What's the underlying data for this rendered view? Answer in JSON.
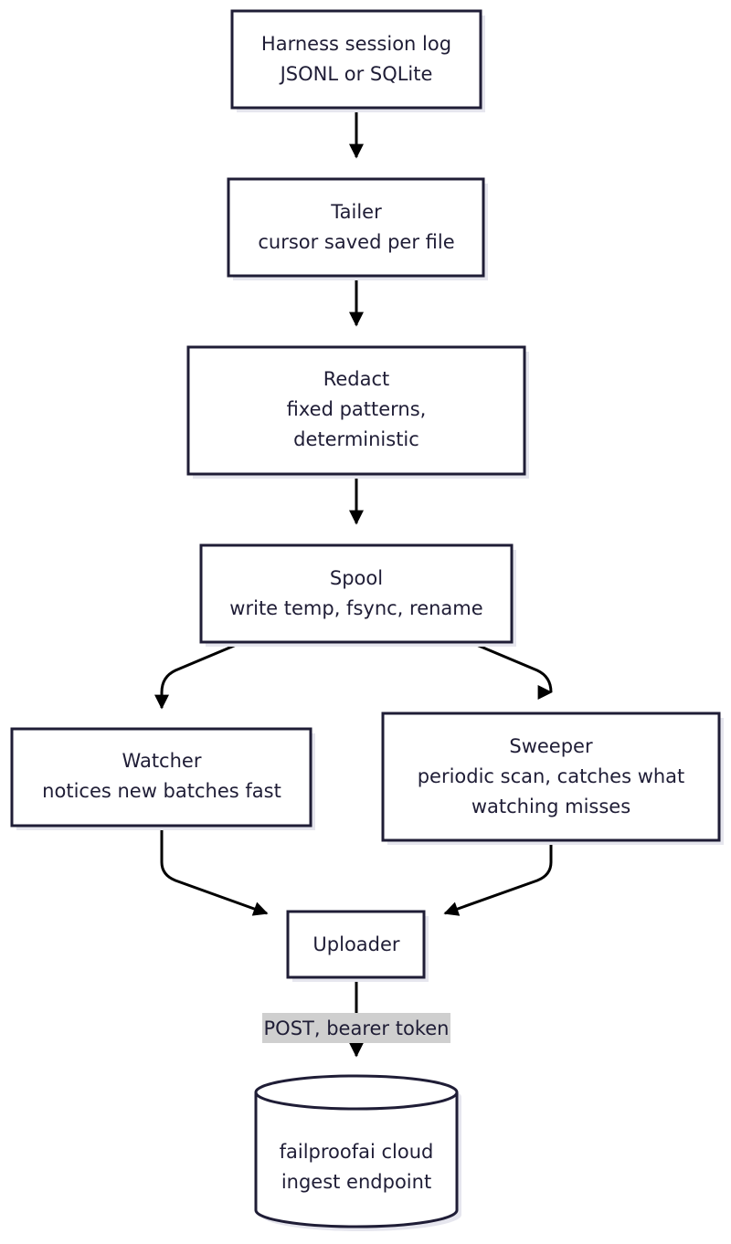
{
  "nodes": {
    "harness": {
      "line1": "Harness session log",
      "line2": "JSONL or SQLite"
    },
    "tailer": {
      "line1": "Tailer",
      "line2": "cursor saved per file"
    },
    "redact": {
      "line1": "Redact",
      "line2": "fixed patterns,",
      "line3": "deterministic"
    },
    "spool": {
      "line1": "Spool",
      "line2": "write temp, fsync, rename"
    },
    "watcher": {
      "line1": "Watcher",
      "line2": "notices new batches fast"
    },
    "sweeper": {
      "line1": "Sweeper",
      "line2": "periodic scan, catches what",
      "line3": "watching misses"
    },
    "uploader": {
      "line1": "Uploader"
    },
    "cloud": {
      "line1": "failproofai cloud",
      "line2": "ingest endpoint"
    }
  },
  "edges": {
    "uploader_to_cloud": "POST, bearer token"
  }
}
